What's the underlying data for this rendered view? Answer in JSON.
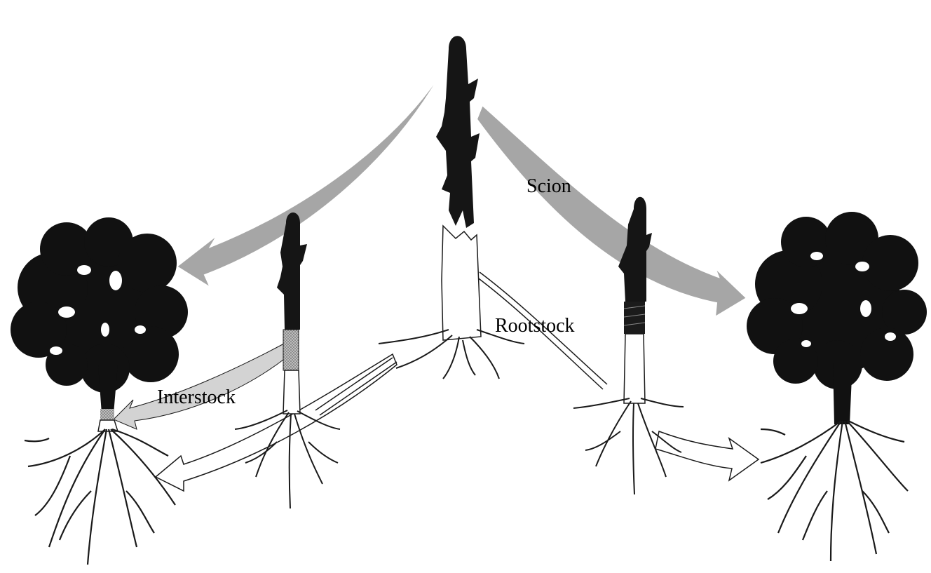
{
  "labels": {
    "scion": "Scion",
    "rootstock": "Rootstock",
    "interstock": "Interstock"
  },
  "colors": {
    "foliage": "#111111",
    "scion_wood": "#151515",
    "arrow_gray": "#a6a6a6",
    "arrow_light": "#d3d3d3",
    "outline": "#1a1a1a",
    "background": "#ffffff"
  }
}
